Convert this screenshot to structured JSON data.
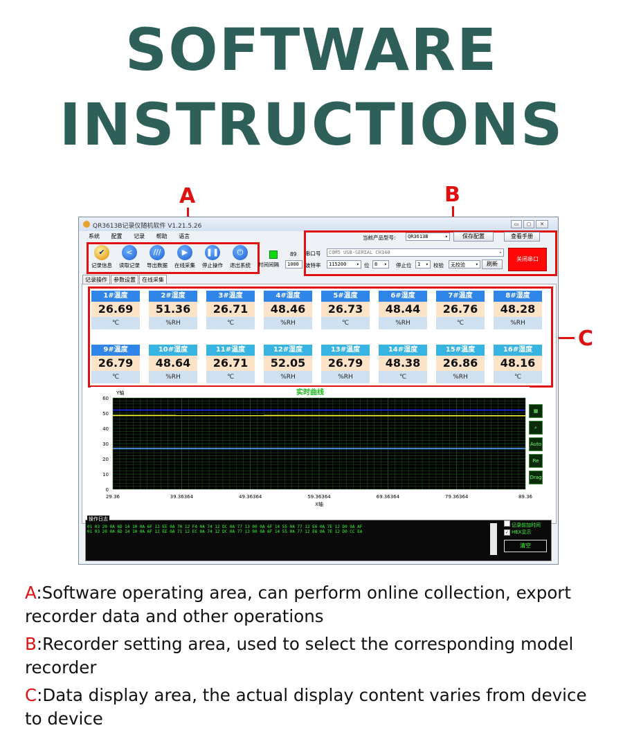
{
  "headline": {
    "line1": "SOFTWARE",
    "line2": "INSTRUCTIONS"
  },
  "callouts": {
    "a": "A",
    "b": "B",
    "c": "C"
  },
  "window": {
    "title": "QR3613B记录仪随机软件   V1.21.5.26",
    "menu": [
      "系统",
      "配置",
      "记录",
      "帮助",
      "语言"
    ],
    "toolbar": [
      {
        "label": "记录信息",
        "icon": "record-info-icon"
      },
      {
        "label": "读取记录",
        "icon": "share-icon"
      },
      {
        "label": "导出数据",
        "icon": "export-icon"
      },
      {
        "label": "在线采集",
        "icon": "play-icon"
      },
      {
        "label": "停止操作",
        "icon": "pause-icon"
      },
      {
        "label": "退出系统",
        "icon": "power-icon"
      }
    ],
    "interval": {
      "count": "89",
      "label": "时间间隔",
      "value": "1000"
    },
    "tabs": [
      "记录操作",
      "参数设置",
      "在线采集"
    ],
    "settings": {
      "model_label": "当前产品型号:",
      "model_value": "QR3613B",
      "save_config": "保存配置",
      "manual": "查看手册",
      "port_label": "串口号",
      "port_value": "COM5 USB-SERIAL CH340",
      "baud_label": "波特率",
      "baud_value": "115200",
      "bits_label": "位",
      "bits_value": "8",
      "stop_label": "停止位",
      "stop_value": "1",
      "parity_label": "校验",
      "parity_value": "无校验",
      "refresh": "刷新",
      "close_port": "关闭串口"
    },
    "sensors": [
      {
        "name": "1#温度",
        "value": "26.69",
        "unit": "℃"
      },
      {
        "name": "2#湿度",
        "value": "51.36",
        "unit": "%RH"
      },
      {
        "name": "3#温度",
        "value": "26.71",
        "unit": "℃"
      },
      {
        "name": "4#湿度",
        "value": "48.46",
        "unit": "%RH"
      },
      {
        "name": "5#温度",
        "value": "26.73",
        "unit": "℃"
      },
      {
        "name": "6#湿度",
        "value": "48.44",
        "unit": "%RH"
      },
      {
        "name": "7#温度",
        "value": "26.76",
        "unit": "℃"
      },
      {
        "name": "8#湿度",
        "value": "48.28",
        "unit": "%RH"
      },
      {
        "name": "9#温度",
        "value": "26.79",
        "unit": "℃"
      },
      {
        "name": "10#湿度",
        "value": "48.64",
        "unit": "%RH"
      },
      {
        "name": "11#温度",
        "value": "26.71",
        "unit": "℃"
      },
      {
        "name": "12#湿度",
        "value": "52.05",
        "unit": "%RH"
      },
      {
        "name": "13#温度",
        "value": "26.79",
        "unit": "%RH"
      },
      {
        "name": "14#湿度",
        "value": "48.38",
        "unit": "℃"
      },
      {
        "name": "15#温度",
        "value": "26.86",
        "unit": "%RH"
      },
      {
        "name": "16#湿度",
        "value": "48.16",
        "unit": "℃"
      }
    ],
    "log": {
      "title": "操作日志",
      "lines": [
        "01 03 20 0A 6D 14 10 0A 6F 12 EE 0A 70 12 F4 0A 74 12 DC 0A 77 13 00 0A 6F 14 55 0A 77 12 E6 0A 7E 12 D0 9A AF",
        "01 03 20 0A 6D 14 10 0A 6F 12 EE 0A 71 12 EC 0A 74 12 DC 0A 77 13 00 0A 6F 14 55 0A 77 12 E6 0A 7E 12 D0 CC EA"
      ],
      "opt1": "记录前加时间",
      "opt2": "HEX显示",
      "clear": "清空"
    },
    "side_icons": [
      "grid-icon",
      "zoom-icon",
      "auto-icon",
      "reset-icon",
      "drag-icon"
    ],
    "side_labels": [
      "",
      "",
      "Auto",
      "Re",
      "Drag"
    ]
  },
  "chart_data": {
    "type": "line",
    "title": "实时曲线",
    "xlabel": "X轴",
    "ylabel": "Y轴",
    "xlim": [
      29.36,
      89.36
    ],
    "ylim": [
      0,
      60
    ],
    "xticks": [
      "29.36",
      "39.36364",
      "49.36364",
      "59.36364",
      "69.36364",
      "79.36364",
      "89.36"
    ],
    "yticks": [
      "0",
      "10",
      "20",
      "30",
      "40",
      "50",
      "60"
    ],
    "grid": true,
    "series": [
      {
        "values_x": [
          29.36,
          89.36
        ],
        "values": [
          52,
          52
        ],
        "color": "#1a2cff"
      },
      {
        "values_x": [
          29.36,
          89.36
        ],
        "values": [
          48.5,
          48.3
        ],
        "color": "#ffff33"
      },
      {
        "values_x": [
          29.36,
          89.36
        ],
        "values": [
          26.8,
          26.8
        ],
        "color": "#4aa0ff"
      }
    ]
  },
  "descriptions": [
    {
      "key": "A",
      "text": ":Software operating area, can perform online collection, export recorder data and other operations"
    },
    {
      "key": "B",
      "text": ":Recorder setting area, used to select the corresponding model recorder"
    },
    {
      "key": "C",
      "text": ":Data display area, the actual display content varies from device to device"
    }
  ]
}
